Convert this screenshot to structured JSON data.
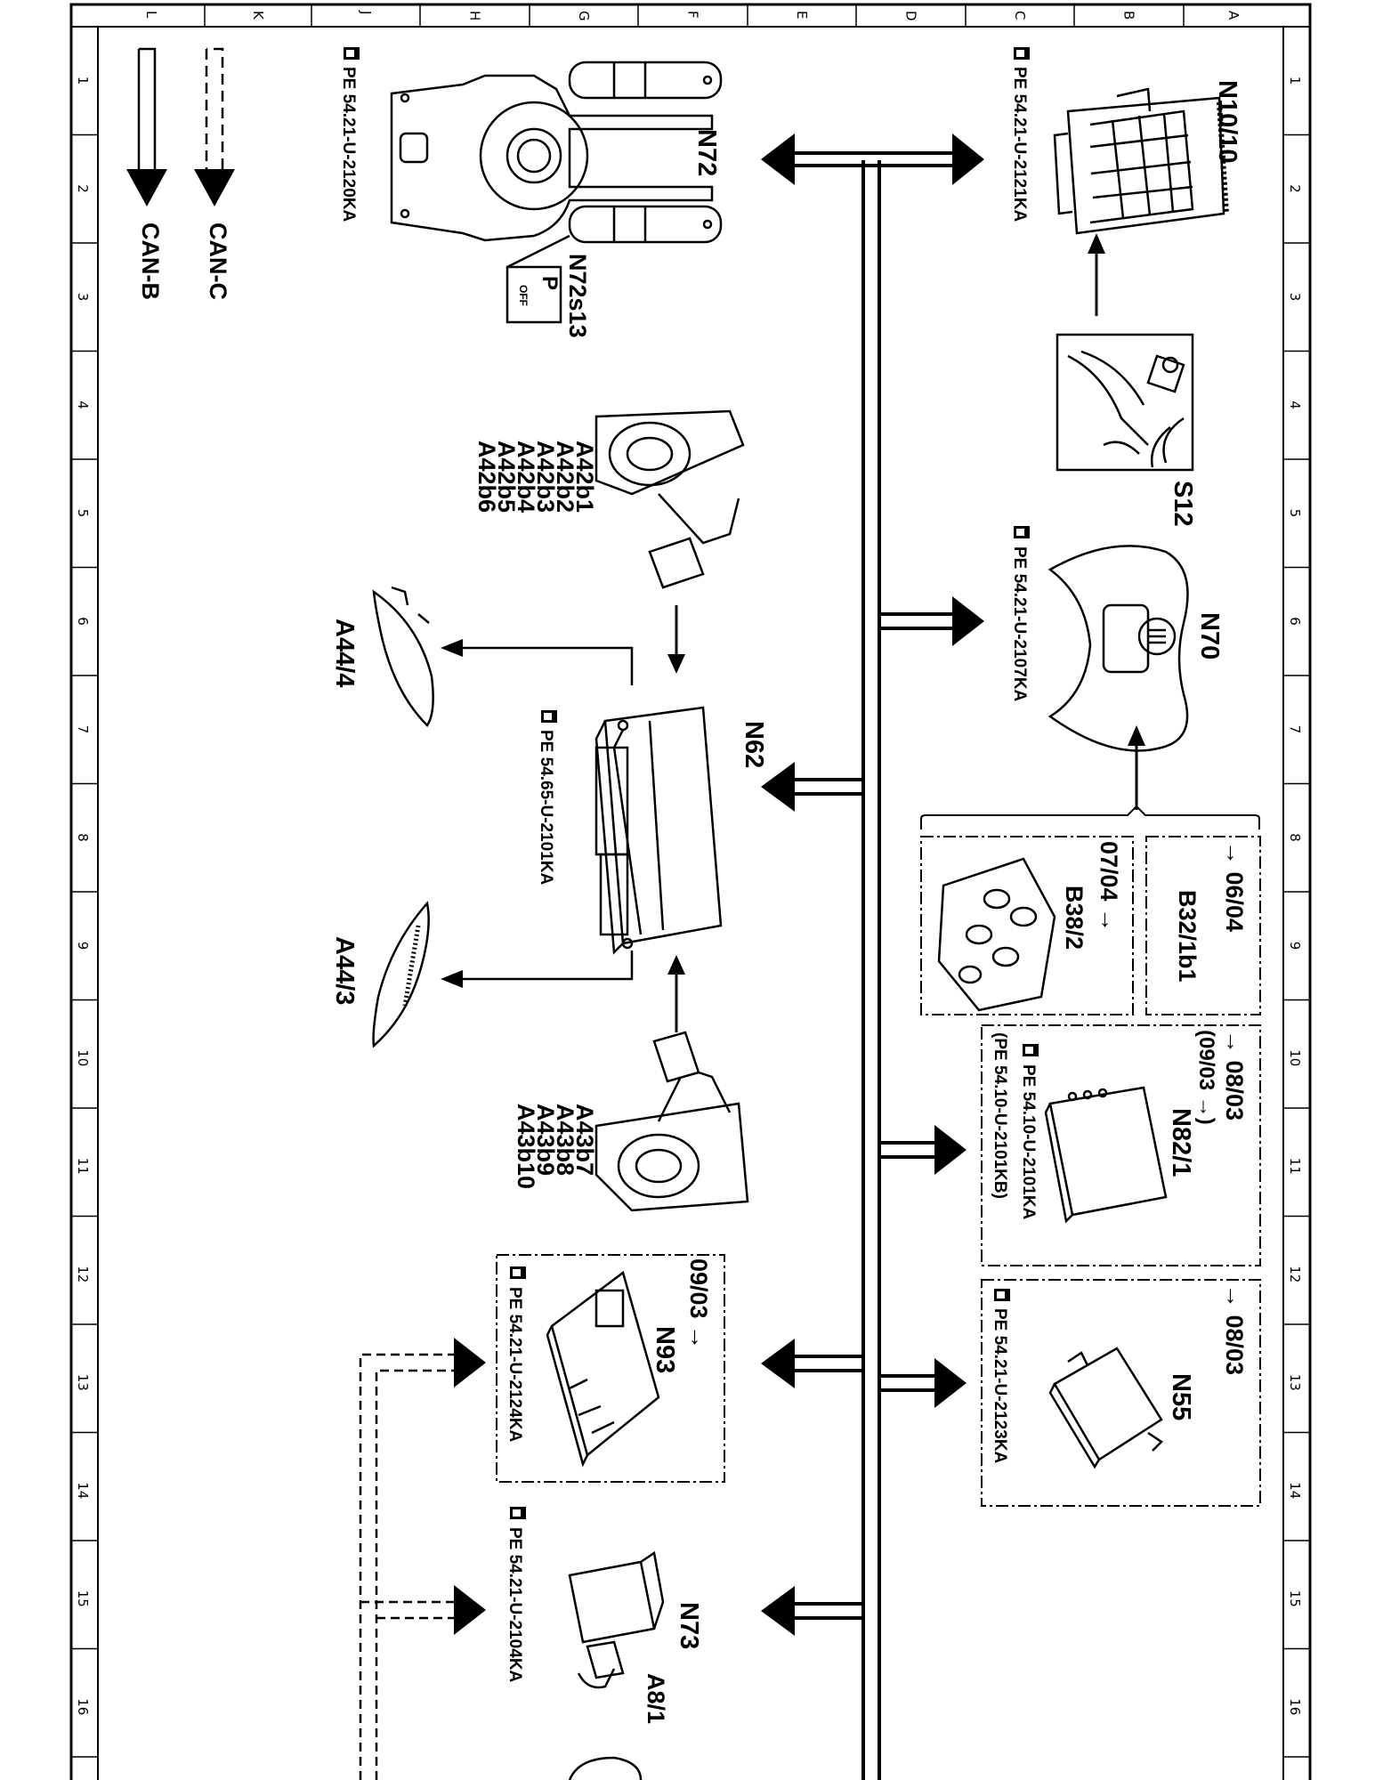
{
  "grid": {
    "top_letters": [
      "L",
      "K",
      "J",
      "H",
      "G",
      "F",
      "E",
      "D",
      "C",
      "B",
      "A"
    ],
    "side_numbers": [
      "1",
      "2",
      "3",
      "4",
      "5",
      "6",
      "7",
      "8",
      "9",
      "10",
      "11",
      "12",
      "13",
      "14",
      "15",
      "16"
    ]
  },
  "legend": {
    "can_c": "CAN-C",
    "can_b": "CAN-B"
  },
  "components": {
    "n10_10": "N10/10",
    "s12": "S12",
    "n70": "N70",
    "b32_1b1": "B32/1b1",
    "b38_2": "B38/2",
    "n82_1": "N82/1",
    "n55": "N55",
    "n72": "N72",
    "n72s13": "N72s13",
    "n62": "N62",
    "a44_4": "A44/4",
    "a44_3": "A44/3",
    "n93": "N93",
    "n73": "N73",
    "a8_1": "A8/1",
    "a42_sensors": [
      "A42b1",
      "A42b2",
      "A42b3",
      "A42b4",
      "A42b5",
      "A42b6"
    ],
    "a43_sensors": [
      "A43b7",
      "A43b8",
      "A43b9",
      "A43b10"
    ]
  },
  "dates": {
    "b32_until": "→ 06/04",
    "b38_from": "07/04 →",
    "n82_until": "→ 08/03",
    "n82_note": "(09/03 →)",
    "n55_until": "→ 08/03",
    "n93_from": "09/03 →"
  },
  "references": {
    "n10_10": "PE 54.21-U-2121KA",
    "n70": "PE 54.21-U-2107KA",
    "n82_1_a": "PE 54.10-U-2101KA",
    "n82_1_b": "(PE 54.10-U-2101KB)",
    "n55": "PE 54.21-U-2123KA",
    "n72": "PE 54.21-U-2120KA",
    "n62": "PE 54.65-U-2101KA",
    "n93": "PE 54.21-U-2124KA",
    "n73": "PE 54.21-U-2104KA"
  },
  "switch_symbol": {
    "p_label": "P",
    "off_label": "OFF"
  }
}
